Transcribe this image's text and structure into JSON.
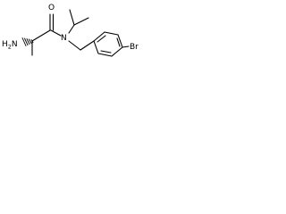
{
  "molecule": {
    "atoms": {
      "amine": {
        "symbol": "H",
        "subscript": "2",
        "suffix": "N"
      },
      "carbonyl_oxygen": {
        "symbol": "O"
      },
      "amide_nitrogen": {
        "symbol": "N"
      },
      "bromine": {
        "symbol": "Br"
      }
    },
    "colors": {
      "bonds": "#000000",
      "text": "#000000",
      "background": "#ffffff"
    }
  }
}
